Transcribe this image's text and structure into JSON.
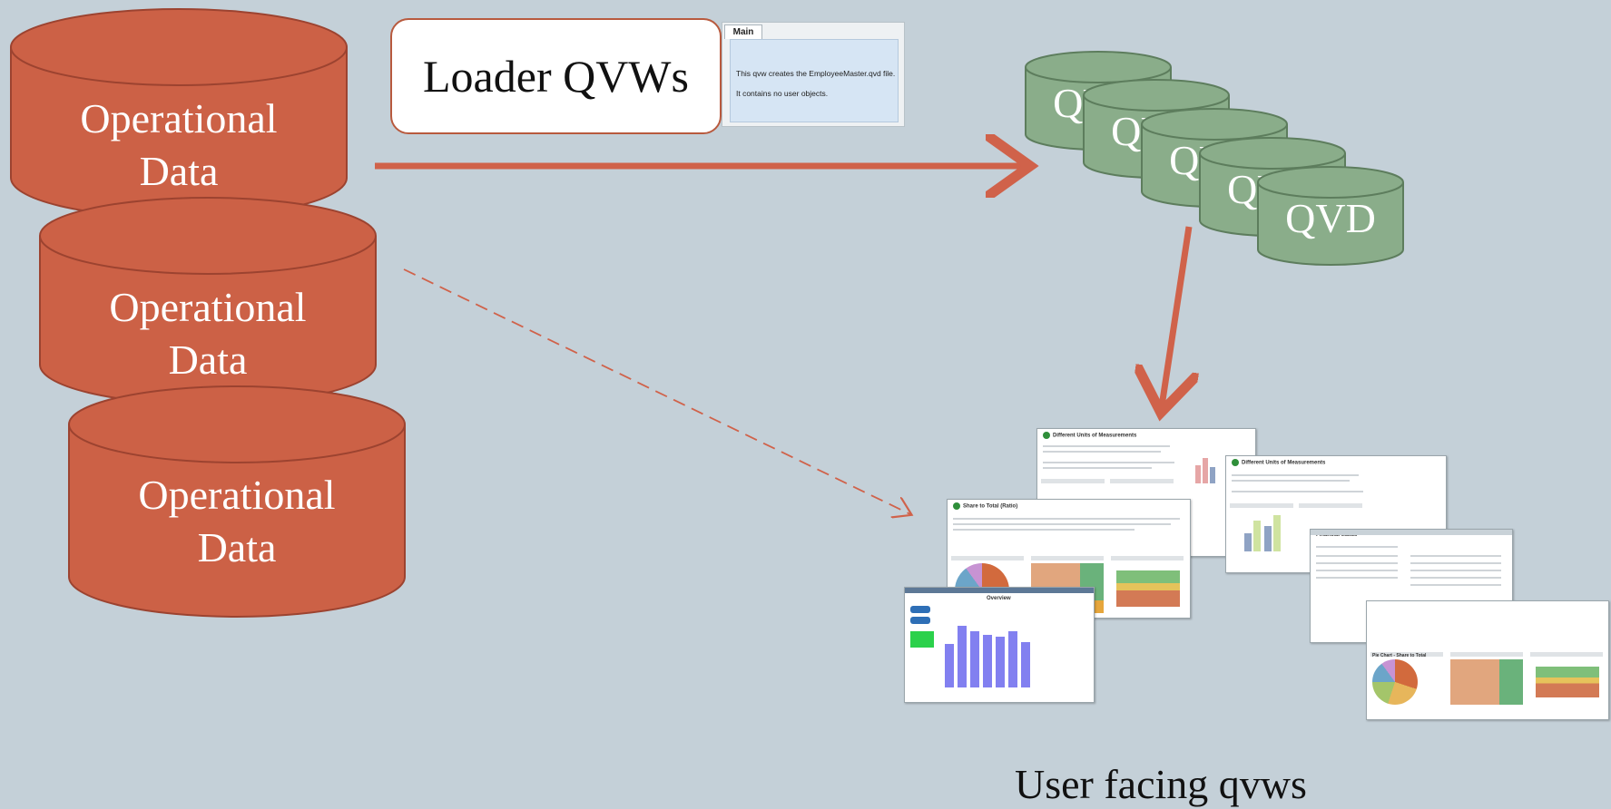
{
  "diagram": {
    "operational_data_label": "Operational\nData",
    "operational_nodes": [
      "Operational\nData",
      "Operational\nData",
      "Operational\nData"
    ],
    "loader_label": "Loader QVWs",
    "loader_qvw": {
      "tab": "Main",
      "line1": "This qvw creates the EmployeeMaster.qvd file.",
      "line2": "It contains no user objects."
    },
    "qvd_labels": [
      "QVD",
      "QVD",
      "QVD",
      "QVD",
      "QVD"
    ],
    "user_facing_label": "User facing qvws",
    "thumbnails": [
      {
        "title": "Different Units of Measurements"
      },
      {
        "title": "Different Units of Measurements"
      },
      {
        "title": "Share to Total (Ratio)"
      },
      {
        "title": "Financial status"
      },
      {
        "title": "Overview"
      },
      {
        "title": "Pie Chart - Share to Total"
      }
    ]
  },
  "colors": {
    "background": "#c4d0d8",
    "cylinder_fill": "#cc6146",
    "cylinder_stroke": "#9c4330",
    "qvd_fill": "#8aad8a",
    "qvd_stroke": "#5d7d5d",
    "arrow": "#d0624a"
  }
}
